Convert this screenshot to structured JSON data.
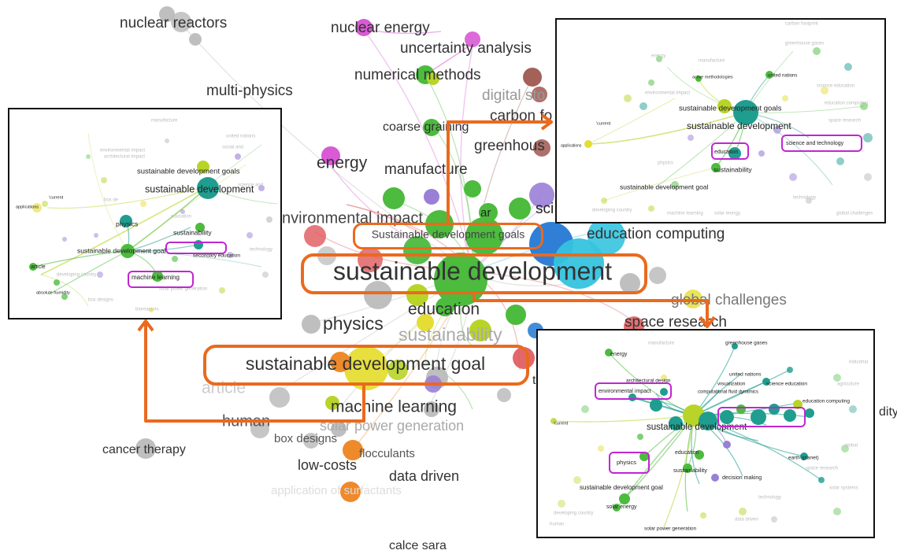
{
  "colors": {
    "accent_orange": "#ea6a1e",
    "highlight_magenta": "#c026d3",
    "inset_border": "#111111",
    "teal": "#1f9e8f",
    "green": "#4cbb3e",
    "lime": "#b8d429",
    "yellow": "#e5dd34",
    "blue": "#2f7fd6",
    "cyan": "#35c3df",
    "purple": "#9a7fd6",
    "magenta": "#d85ad4",
    "brown": "#a4615a",
    "red": "#e0585b",
    "orange": "#ee8a2a",
    "grey": "#b8b8b8"
  },
  "main_network": {
    "center_label": "sustainable development",
    "goal_label": "sustainable development goal",
    "goals_label": "Sustainable development goals",
    "terms": {
      "nuclear_reactors": "nuclear reactors",
      "nuclear_energy": "nuclear energy",
      "uncertainty_analysis": "uncertainty analysis",
      "numerical_methods": "numerical methods",
      "multi_physics": "multi-physics",
      "digital_sto": "digital sto",
      "carbon_fo": "carbon fo",
      "coarse_graining": "coarse graining",
      "greenhous": "greenhous",
      "energy": "energy",
      "manufacture": "manufacture",
      "environmental_impact": "nvironmental impact",
      "ar": "ar",
      "sci": "sci",
      "education_computing": "education computing",
      "global_challenges": "global challenges",
      "space_research": "space research",
      "physics": "physics",
      "education": "education",
      "sustainability": "sustainability",
      "article": "article",
      "human": "human",
      "machine_learning": "machine learning",
      "solar_power_generation": "solar power generation",
      "box_designs": "box designs",
      "cancer_therapy": "cancer therapy",
      "flocculants": "flocculants",
      "low_costs": "low-costs",
      "data_driven": "data driven",
      "application_surfactants": "application of surfactants",
      "calce_sara": "calce sara",
      "dity": "dity",
      "t_partial": "t"
    }
  },
  "inset_left": {
    "center": "sustainable development",
    "goals": "sustainable development goals",
    "goal": "sustainable development goal",
    "physics": "physics",
    "sustainability": "sustainability",
    "secondary_education": "secondary education",
    "machine_learning": "machine learning",
    "article": "article",
    "applications": "applications",
    "current": "'current",
    "absolute_humidity": "absolute humidity",
    "faint": [
      "manufacture",
      "architectural impact",
      "environmental impact",
      "united nations",
      "science and",
      "box designs",
      "social and",
      "education",
      "technology",
      "solar power generation",
      "bioreactors",
      "developing country",
      "box de"
    ]
  },
  "inset_top_right": {
    "center": "sustainable development",
    "goals": "sustainable development goals",
    "goal": "sustainable development goal",
    "sustainability": "sustainability",
    "education": "education",
    "science_and_technology": "science and technology",
    "active_methodologies": "active methodologies",
    "united_nations": "united nations",
    "applications": "applications",
    "current": "'current",
    "faint": [
      "carbon footprint",
      "greenhouse gases",
      "energy",
      "manufacture",
      "environmental impact",
      "science education",
      "education computing",
      "physics",
      "developing country",
      "machine learning",
      "solar energy",
      "technology",
      "space research",
      "global challenges"
    ]
  },
  "inset_bottom_right": {
    "center": "sustainable development",
    "goal": "sustainable development goal",
    "environmental_impact": "environmental impact",
    "physics": "physics",
    "energy": "energy",
    "greenhouse_gases": "greenhouse gases",
    "architectural_design": "architectural design",
    "united_nations": "united nations",
    "visualization": "visualization",
    "science_education": "science education",
    "computational_fluid_dynamics": "computational fluid dynamics",
    "education_computing": "education computing",
    "education": "education",
    "sustainability": "sustainability",
    "decision_making": "decision making",
    "earth_planet": "earth (planet)",
    "solar_energy": "solar energy",
    "solar_power_generation": "solar power generation",
    "current": "'current",
    "faint": [
      "industrial",
      "agriculture",
      "manufacture",
      "global",
      "space research",
      "technology",
      "solar systems",
      "developing country",
      "human",
      "data driven"
    ]
  }
}
